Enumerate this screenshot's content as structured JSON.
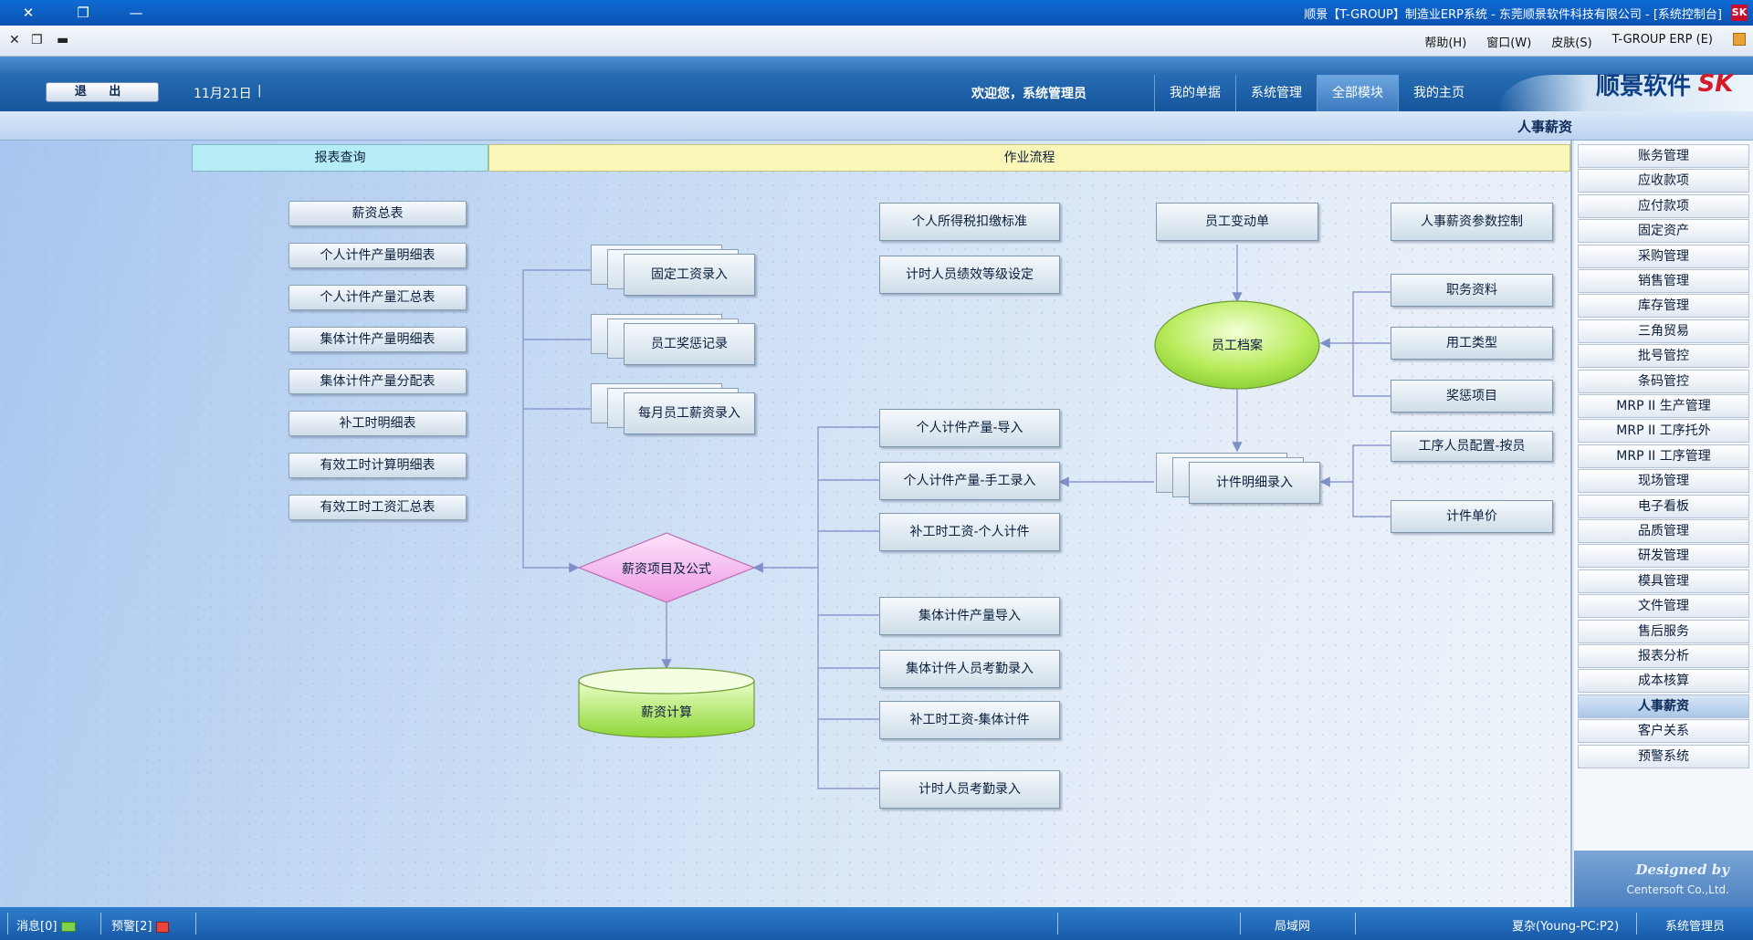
{
  "window": {
    "title": "顺景【T-GROUP】制造业ERP系统 - 东莞顺景软件科技有限公司 - [系统控制台]",
    "logo_mark": "SK"
  },
  "menubar": {
    "erp_label": "T-GROUP ERP (E)",
    "items": [
      "皮肤(S)",
      "窗口(W)",
      "帮助(H)"
    ]
  },
  "header": {
    "exit_label": "退 出",
    "date": "11月21日",
    "date_sep": "|",
    "welcome": "欢迎您，系统管理员",
    "tabs": [
      "我的单据",
      "系统管理",
      "全部模块",
      "我的主页"
    ],
    "active_tab": "全部模块",
    "brand_name": "顺景软件",
    "brand_mark": "SK"
  },
  "section": {
    "title": "人事薪资"
  },
  "workspace": {
    "report_header": "报表查询",
    "flow_header": "作业流程",
    "reports": [
      "薪资总表",
      "个人计件产量明细表",
      "个人计件产量汇总表",
      "集体计件产量明细表",
      "集体计件产量分配表",
      "补工时明细表",
      "有效工时计算明细表",
      "有效工时工资汇总表"
    ],
    "stacks": [
      "固定工资录入",
      "员工奖惩记录",
      "每月员工薪资录入"
    ],
    "boxes_mid_top": [
      "个人所得税扣缴标准",
      "计时人员绩效等级设定"
    ],
    "boxes_mid": [
      "个人计件产量-导入",
      "个人计件产量-手工录入",
      "补工时工资-个人计件",
      "集体计件产量导入",
      "集体计件人员考勤录入",
      "补工时工资-集体计件",
      "计时人员考勤录入"
    ],
    "change_box": "员工变动单",
    "archive": "员工档案",
    "piece_detail": "计件明细录入",
    "diamond": "薪资项目及公式",
    "calc": "薪资计算",
    "boxes_right": [
      "人事薪资参数控制",
      "职务资料",
      "用工类型",
      "奖惩项目",
      "工序人员配置-按员",
      "计件单价"
    ]
  },
  "sidebar": {
    "items": [
      "账务管理",
      "应收款项",
      "应付款项",
      "固定资产",
      "采购管理",
      "销售管理",
      "库存管理",
      "三角贸易",
      "批号管控",
      "条码管控",
      "MRP II 生产管理",
      "MRP II 工序托外",
      "MRP II 工序管理",
      "现场管理",
      "电子看板",
      "品质管理",
      "研发管理",
      "模具管理",
      "文件管理",
      "售后服务",
      "报表分析",
      "成本核算",
      "人事薪资",
      "客户关系",
      "预警系统"
    ],
    "active": "人事薪资",
    "designed_by": "Designed by",
    "company": "Centersoft Co.,Ltd."
  },
  "statusbar": {
    "messages": "消息[0]",
    "alerts": "预警[2]",
    "network": "局域网",
    "server": "夏杂(Young-PC:P2)",
    "user": "系统管理员"
  },
  "colors": {
    "titlebar": "#0f6bd4",
    "ellipse": "#a8e84a",
    "diamond": "#f2a9ea",
    "report_header": "#b6ecf6",
    "flow_header": "#fbf7b8",
    "statusbar": "#1f69b8"
  },
  "icons": [
    "close-icon",
    "restore-icon",
    "minimize-icon",
    "mail-icon",
    "alert-icon",
    "brand-logo-icon"
  ]
}
